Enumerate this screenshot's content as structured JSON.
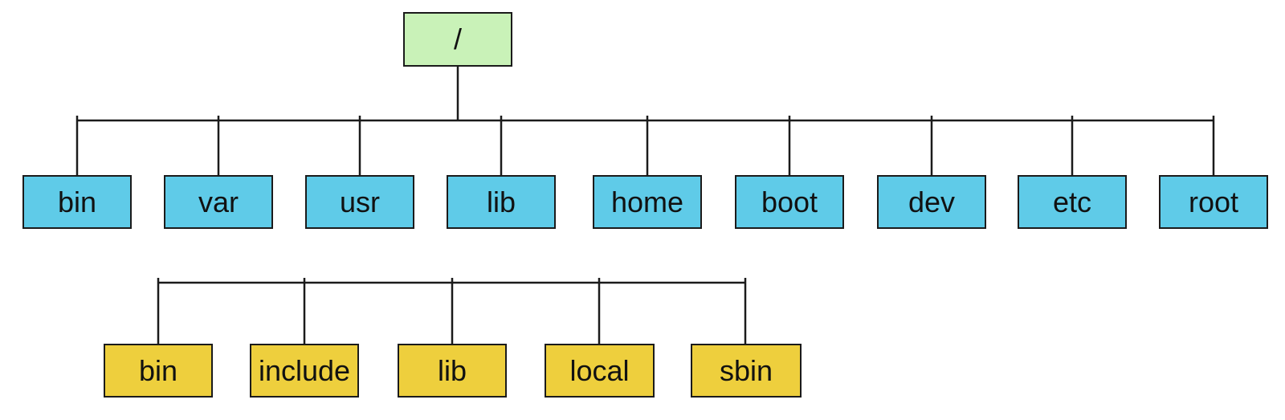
{
  "diagram": {
    "description": "Linux filesystem directory tree",
    "root": {
      "label": "/"
    },
    "level1": {
      "items": [
        {
          "label": "bin"
        },
        {
          "label": "var"
        },
        {
          "label": "usr"
        },
        {
          "label": "lib"
        },
        {
          "label": "home"
        },
        {
          "label": "boot"
        },
        {
          "label": "dev"
        },
        {
          "label": "etc"
        },
        {
          "label": "root"
        }
      ]
    },
    "level2": {
      "items": [
        {
          "label": "bin"
        },
        {
          "label": "include"
        },
        {
          "label": "lib"
        },
        {
          "label": "local"
        },
        {
          "label": "sbin"
        }
      ]
    }
  },
  "colors": {
    "root_fill": "#c9f2b8",
    "level1_fill": "#5fcbe8",
    "level2_fill": "#eecf3d",
    "border": "#1b1b1b",
    "line": "#1b1b1b",
    "background": "#ffffff",
    "text": "#111111"
  }
}
